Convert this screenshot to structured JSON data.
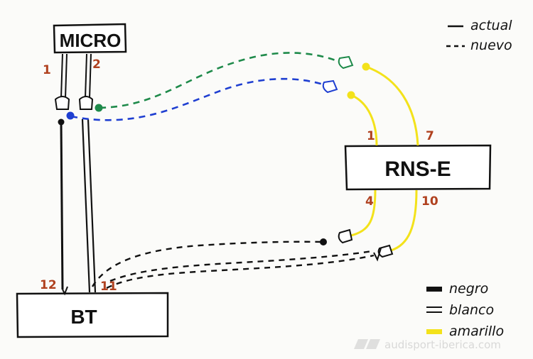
{
  "boxes": {
    "micro": "MICRO",
    "rns": "RNS-E",
    "bt": "BT"
  },
  "pins": {
    "micro_1": "1",
    "micro_2": "2",
    "rns_1": "1",
    "rns_7": "7",
    "rns_4": "4",
    "rns_10": "10",
    "bt_12": "12",
    "bt_11": "11"
  },
  "legend_lines": {
    "actual": "actual",
    "nuevo": "nuevo"
  },
  "legend_colors": {
    "negro": "negro",
    "blanco": "blanco",
    "amarillo": "amarillo"
  },
  "watermark": "audisport-iberica.com",
  "colors": {
    "black": "#1a1a1a",
    "green": "#1e8a4a",
    "blue": "#1f3fd1",
    "yellow": "#f3e21b",
    "pin_red": "#b0411f"
  }
}
